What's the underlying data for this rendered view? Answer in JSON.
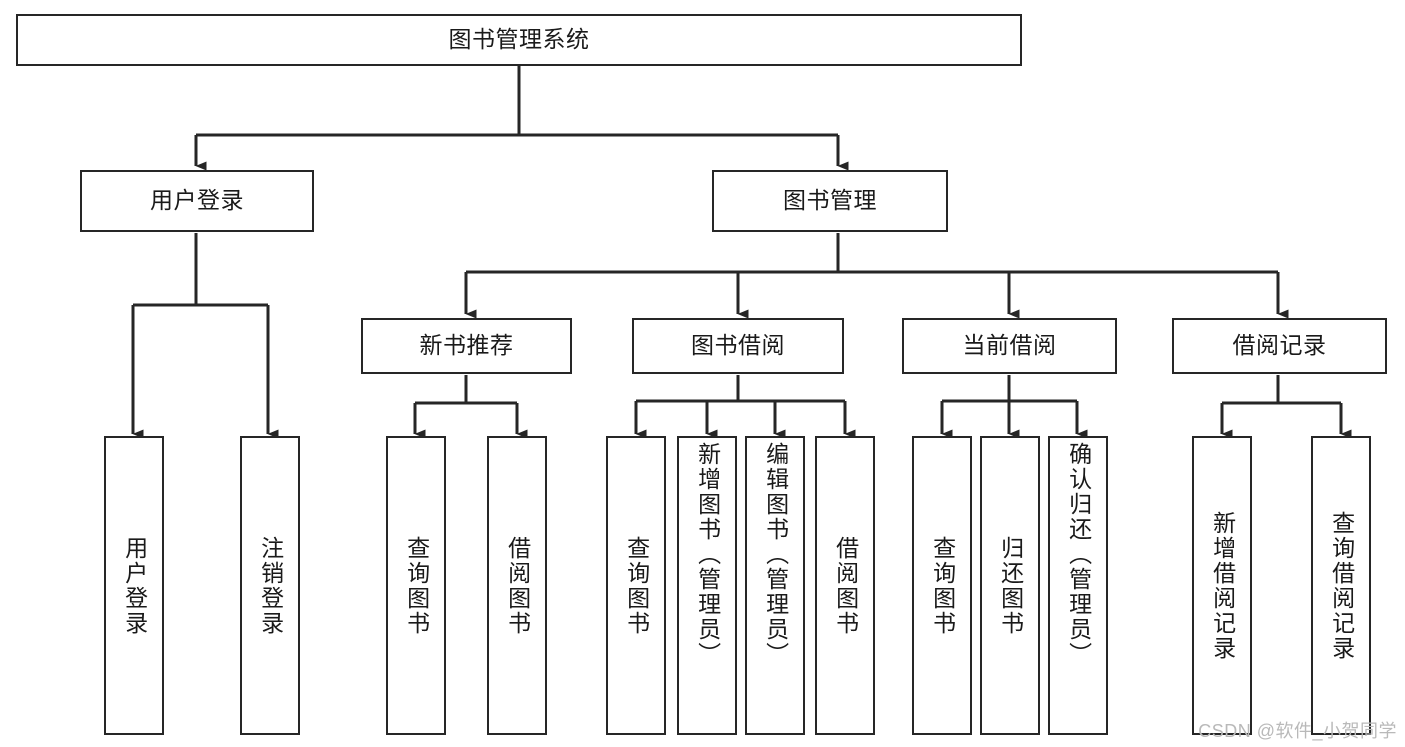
{
  "diagram": {
    "title": "图书管理系统",
    "type": "功能结构图",
    "watermark": "CSDN @软件_小贺同学",
    "colors": {
      "stroke": "#262626",
      "fill": "#ffffff",
      "text": "#1a1a1a",
      "watermark": "#b9b9b9"
    },
    "nodes": {
      "root": {
        "label": "图书管理系统",
        "orientation": "horizontal",
        "level": 1
      },
      "n_user_login": {
        "label": "用户登录",
        "orientation": "horizontal",
        "level": 2
      },
      "n_book_mgmt": {
        "label": "图书管理",
        "orientation": "horizontal",
        "level": 2
      },
      "n_new_book_rec": {
        "label": "新书推荐",
        "orientation": "horizontal",
        "level": 3
      },
      "n_book_borrow": {
        "label": "图书借阅",
        "orientation": "horizontal",
        "level": 3
      },
      "n_current_borrow": {
        "label": "当前借阅",
        "orientation": "horizontal",
        "level": 3
      },
      "n_borrow_record": {
        "label": "借阅记录",
        "orientation": "horizontal",
        "level": 3
      },
      "l_user_login": {
        "label": "用户登录",
        "orientation": "vertical",
        "level": 4
      },
      "l_logout": {
        "label": "注销登录",
        "orientation": "vertical",
        "level": 4
      },
      "l_query_book_1": {
        "label": "查询图书",
        "orientation": "vertical",
        "level": 4
      },
      "l_borrow_book_1": {
        "label": "借阅图书",
        "orientation": "vertical",
        "level": 4
      },
      "l_query_book_2": {
        "label": "查询图书",
        "orientation": "vertical",
        "level": 4
      },
      "l_add_book": {
        "label": "新增图书（管理员）",
        "orientation": "vertical",
        "level": 4
      },
      "l_edit_book": {
        "label": "编辑图书（管理员）",
        "orientation": "vertical",
        "level": 4
      },
      "l_borrow_book_2": {
        "label": "借阅图书",
        "orientation": "vertical",
        "level": 4
      },
      "l_query_book_3": {
        "label": "查询图书",
        "orientation": "vertical",
        "level": 4
      },
      "l_return_book": {
        "label": "归还图书",
        "orientation": "vertical",
        "level": 4
      },
      "l_confirm_return": {
        "label": "确认归还（管理员）",
        "orientation": "vertical",
        "level": 4
      },
      "l_add_record": {
        "label": "新增借阅记录",
        "orientation": "vertical",
        "level": 4
      },
      "l_query_record": {
        "label": "查询借阅记录",
        "orientation": "vertical",
        "level": 4
      }
    },
    "edges": [
      {
        "from": "root",
        "to": "n_user_login"
      },
      {
        "from": "root",
        "to": "n_book_mgmt"
      },
      {
        "from": "n_user_login",
        "to": "l_user_login"
      },
      {
        "from": "n_user_login",
        "to": "l_logout"
      },
      {
        "from": "n_book_mgmt",
        "to": "n_new_book_rec"
      },
      {
        "from": "n_book_mgmt",
        "to": "n_book_borrow"
      },
      {
        "from": "n_book_mgmt",
        "to": "n_current_borrow"
      },
      {
        "from": "n_book_mgmt",
        "to": "n_borrow_record"
      },
      {
        "from": "n_new_book_rec",
        "to": "l_query_book_1"
      },
      {
        "from": "n_new_book_rec",
        "to": "l_borrow_book_1"
      },
      {
        "from": "n_book_borrow",
        "to": "l_query_book_2"
      },
      {
        "from": "n_book_borrow",
        "to": "l_add_book"
      },
      {
        "from": "n_book_borrow",
        "to": "l_edit_book"
      },
      {
        "from": "n_book_borrow",
        "to": "l_borrow_book_2"
      },
      {
        "from": "n_current_borrow",
        "to": "l_query_book_3"
      },
      {
        "from": "n_current_borrow",
        "to": "l_return_book"
      },
      {
        "from": "n_current_borrow",
        "to": "l_confirm_return"
      },
      {
        "from": "n_borrow_record",
        "to": "l_add_record"
      },
      {
        "from": "n_borrow_record",
        "to": "l_query_record"
      }
    ]
  }
}
